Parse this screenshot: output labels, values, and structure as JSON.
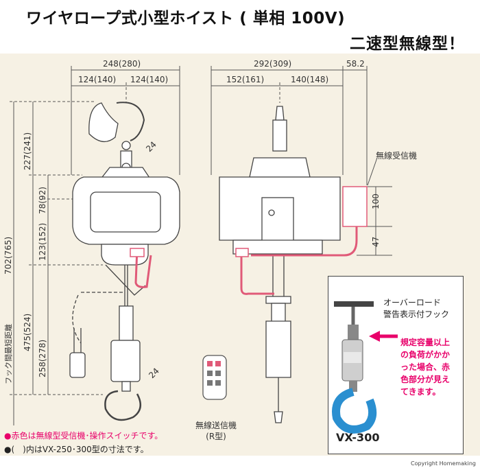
{
  "title": {
    "line1": "ワイヤロープ式小型ホイスト ( 単相 100V)",
    "line2": "二速型無線型！"
  },
  "front_dims": {
    "total_width": "248(280)",
    "half_left": "124(140)",
    "half_right": "124(140)",
    "h227": "227(241)",
    "h78": "78(92)",
    "h123": "123(152)",
    "h702": "702(765)",
    "h475": "475(524)",
    "h258": "258(278)",
    "hook_open_top": "24",
    "hook_open_bottom": "24",
    "side_label": "フック間最短距離"
  },
  "side_dims": {
    "total_width": "292(309)",
    "left": "152(161)",
    "right": "140(148)",
    "receiver_w": "58.2",
    "receiver_h": "100",
    "receiver_off": "47"
  },
  "labels": {
    "receiver": "無線受信機",
    "remote_line1": "無線送信機",
    "remote_line2": "(R型)"
  },
  "inset": {
    "label_line1": "オーバーロード",
    "label_line2": "警告表示付フック",
    "warning": "規定容量以上の負荷がかかった場合、赤色部分が見えてきます。",
    "warning_lines": [
      "規定容量以上",
      "の負荷がかか",
      "った場合、赤",
      "色部分が見え",
      "てきます。"
    ],
    "model": "VX-300"
  },
  "notes": {
    "red_note": "●赤色は無線型受信機･操作スイッチです。",
    "paren_note": "●(　)内はVX-250･300型の寸法です。"
  },
  "copyright": "Copyright  Homemaking",
  "colors": {
    "accent_red": "#e8006a",
    "hook_blue": "#2a8fd0",
    "panel_bg": "#f6f1e4",
    "cable_red": "#e05a78"
  }
}
